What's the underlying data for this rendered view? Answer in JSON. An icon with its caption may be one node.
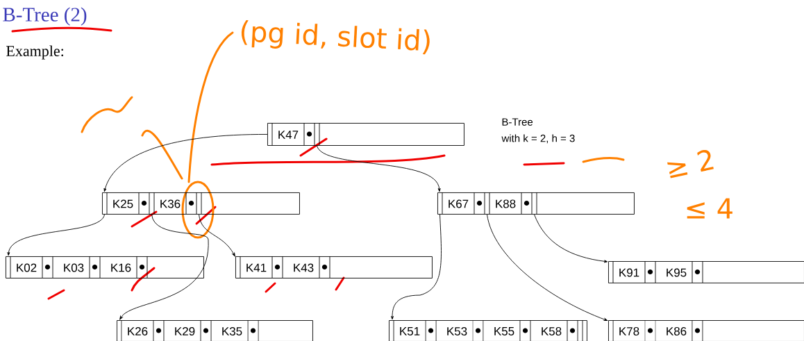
{
  "diagram": {
    "title": "B-Tree (2)",
    "nodes": [
      {
        "text": [
          "K47"
        ]
      },
      {
        "text": [
          "K25",
          "K36"
        ]
      },
      {
        "text": [
          "K67",
          "K88"
        ]
      },
      {
        "text": [
          "K02",
          "K03",
          "K16"
        ]
      },
      {
        "text": [
          "K41",
          "K43"
        ]
      },
      {
        "text": [
          "K26",
          "K29",
          "K35"
        ]
      },
      {
        "text": [
          "K51",
          "K53",
          "K55",
          "K58"
        ]
      },
      {
        "text": [
          "K91",
          "K95"
        ]
      },
      {
        "text": [
          "K78",
          "K86"
        ]
      }
    ],
    "edges": [
      {
        "from": 0,
        "to": 1,
        "arrow": "to"
      },
      {
        "from": 0,
        "to": 2,
        "arrow": "to"
      },
      {
        "from": 1,
        "to": 3,
        "arrow": "to"
      },
      {
        "from": 1,
        "to": 5,
        "arrow": "to"
      },
      {
        "from": 1,
        "to": 4,
        "arrow": "to"
      },
      {
        "from": 2,
        "to": 6,
        "arrow": "to"
      },
      {
        "from": 2,
        "to": 8,
        "arrow": "to"
      },
      {
        "from": 2,
        "to": 7,
        "arrow": "to"
      }
    ],
    "labels": [
      "Example:",
      "B-Tree",
      "with k = 2, h = 3",
      "(pg id, slot id)",
      "≥ 2",
      "≤ 4"
    ]
  }
}
